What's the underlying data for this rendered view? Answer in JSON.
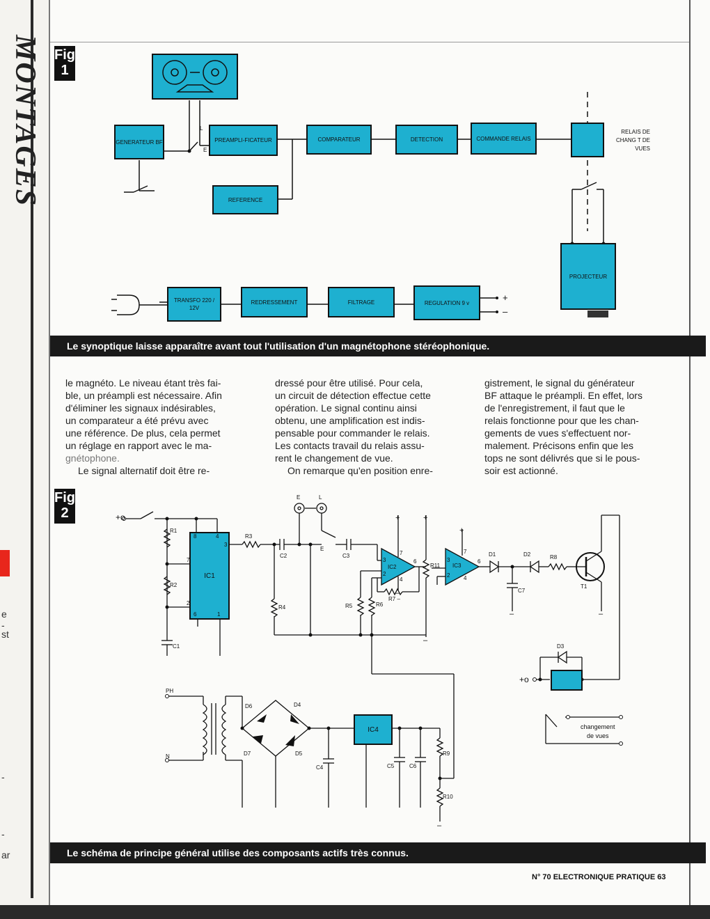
{
  "sidebar": {
    "vertical_title": "MONTAGES",
    "fragments": [
      "e",
      "-",
      "st",
      "-",
      "-",
      "ar"
    ]
  },
  "fig1": {
    "label": "Fig.\n1",
    "blocks": {
      "generateur": "GENERATEUR BF",
      "preampli": "PREAMPLI-FICATEUR",
      "reference": "REFERENCE",
      "comparateur": "COMPARATEUR",
      "detection": "DETECTION",
      "commande": "COMMANDE RELAIS",
      "relais_label": "RELAIS DE CHANG T DE VUES",
      "projecteur": "PROJECTEUR",
      "transfo": "TRANSFO 220 / 12V",
      "redressement": "REDRESSEMENT",
      "filtrage": "FILTRAGE",
      "regulation": "REGULATION 9 v"
    },
    "switch_labels": {
      "l": "L",
      "e": "E"
    },
    "supply_labels": {
      "plus": "+",
      "minus": "–"
    },
    "caption": "Le synoptique laisse apparaître avant tout l'utilisation d'un magnétophone stéréophonique."
  },
  "text": {
    "col1": [
      "le magnéto. Le niveau étant très fai-",
      "ble, un préampli est nécessaire. Afin",
      "d'éliminer les signaux indésirables,",
      "un comparateur a été prévu avec",
      "une référence. De plus, cela permet",
      "un réglage en rapport avec le ma-",
      "gnétophone.",
      "Le signal alternatif doit être re-"
    ],
    "col2": [
      "dressé pour être utilisé. Pour cela,",
      "un circuit de détection effectue cette",
      "opération. Le signal continu ainsi",
      "obtenu, une amplification est indis-",
      "pensable pour commander le relais.",
      "Les contacts travail du relais assu-",
      "rent le changement de vue.",
      "On remarque qu'en position enre-"
    ],
    "col3": [
      "gistrement, le signal du générateur",
      "BF attaque le préampli. En effet, lors",
      "de l'enregistrement, il faut que le",
      "relais fonctionne pour que les chan-",
      "gements de vues s'effectuent nor-",
      "malement. Précisons enfin que les",
      "tops ne sont délivrés que si le pous-",
      "soir est actionné."
    ]
  },
  "fig2": {
    "label": "Fig.\n2",
    "components": {
      "r1": "R1",
      "r2": "R2",
      "c1": "C1",
      "ic1": "IC1",
      "r3": "R3",
      "c2": "C2",
      "c3": "C3",
      "r4": "R4",
      "r5": "R5",
      "r6": "R6",
      "ic2": "IC2",
      "r7": "R7 –",
      "r11": "R11",
      "ic3": "IC3",
      "d1": "D1",
      "d2": "D2",
      "r8": "R8",
      "t1": "T1",
      "c7": "C7",
      "d3": "D3",
      "ph": "PH",
      "n": "N",
      "d4": "D4",
      "d5": "D5",
      "d6": "D6",
      "d7": "D7",
      "ic4": "IC4",
      "c4": "C4",
      "c5": "C5",
      "c6": "C6",
      "r9": "R9",
      "r10": "R10",
      "e": "E",
      "l": "L",
      "e2": "E"
    },
    "pins": {
      "p8": "8",
      "p4": "4",
      "p3": "3",
      "p7": "7",
      "p2": "2",
      "p6": "6",
      "p1": "1",
      "ic2p3": "3",
      "ic2p2": "2",
      "ic2p7": "7",
      "ic2p6": "6",
      "ic2p4": "4",
      "ic3p3": "3",
      "ic3p2": "2",
      "ic3p7": "7",
      "ic3p6": "6",
      "ic3p4": "4"
    },
    "supply": {
      "plus_in": "+o",
      "plus": "+",
      "minus": "–",
      "plus_relay": "+o"
    },
    "changement": "changement\nde vues",
    "caption": "Le schéma de principe général utilise des composants actifs très connus."
  },
  "footer": "N° 70 ELECTRONIQUE PRATIQUE 63"
}
